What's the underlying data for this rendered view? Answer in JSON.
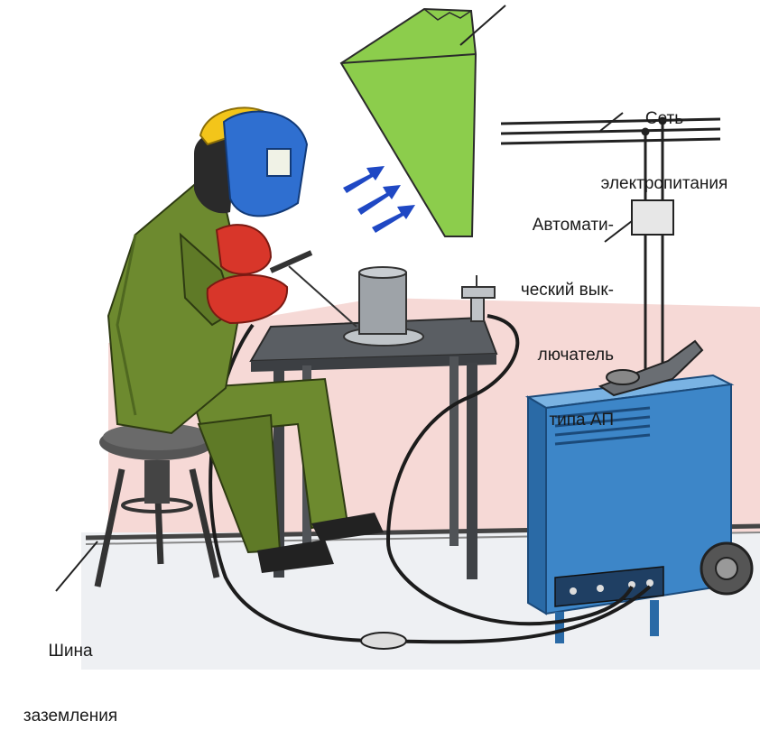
{
  "labels": {
    "power_network": [
      "Сеть",
      "электропитания"
    ],
    "breaker": [
      "Автомати-",
      "ческий вык-",
      "лючатель",
      "типа АП"
    ],
    "ground_bus": [
      "Шина",
      "заземления"
    ]
  },
  "colors": {
    "wall": "#f6d9d6",
    "floor": "#e4e6ea",
    "suit": "#6d8a2f",
    "suit_dark": "#4f6820",
    "gloves": "#d8362a",
    "helmet": "#f3c51a",
    "mask": "#2f6fd0",
    "machine": "#3d86c8",
    "machine_dark": "#1f5f9e",
    "hood": "#8ccd4c",
    "table": "#505458",
    "arrows": "#1f48c4"
  }
}
